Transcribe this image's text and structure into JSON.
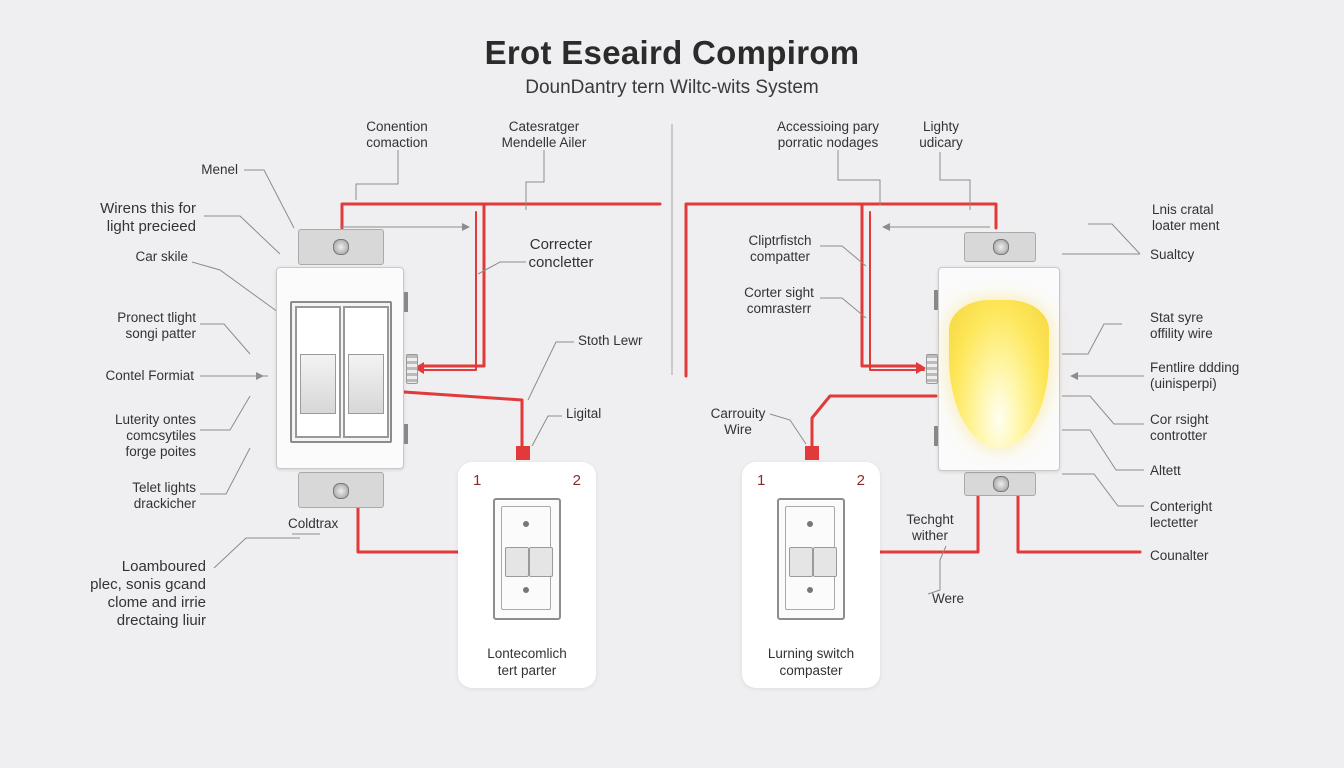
{
  "title": "Erot Eseaird Compirom",
  "subtitle": "DounDantry tern Wiltc-wits System",
  "colors": {
    "wire": "#e03a3a",
    "background": "#efeef0",
    "bulb": "#fde75a",
    "leader": "#888888"
  },
  "labels": {
    "top_conenction": "Conention\ncomaction",
    "top_catesratger": "Catesratger\nMendelle Ailer",
    "top_accessioing": "Accessioing pary\nporratic nodages",
    "top_lighty": "Lighty\nudicary",
    "left_menel": "Menel",
    "left_wirens": "Wirens this for\nlight precieed",
    "left_carskile": "Car skile",
    "left_pronect": "Pronect tlight\nsongi patter",
    "left_contel": "Contel Formiat",
    "left_luterity": "Luterity ontes\ncomcsytiles\nforge poites",
    "left_telet": "Telet lights\ndrackicher",
    "left_coldtrax": "Coldtrax",
    "left_loamboured": "Loamboured\nplec, sonis gcand\nclome and irrie\ndrectaing liuir",
    "mid_correcter": "Correcter\nconcletter",
    "mid_stoth": "Stoth Lewr",
    "mid_ligital": "Ligital",
    "mid_cliptrfistch": "Cliptrfistch\ncompatter",
    "mid_corter_sight": "Corter sight\ncomrasterr",
    "mid_carrouity": "Carrouity\nWire",
    "right_lnis": "Lnis cratal\nloater ment",
    "right_sualtcy": "Sualtcy",
    "right_statsyre": "Stat syre\noffility wire",
    "right_fentlire": "Fentlire ddding\n(uinisperpi)",
    "right_cor_rsight": "Cor rsight\ncontrotter",
    "right_altett": "Altett",
    "right_contrght": "Conteright\nlectetter",
    "right_counalter": "Counalter",
    "right_techght": "Techght\nwither",
    "right_were": "Were"
  },
  "cards": [
    {
      "num1": "1",
      "num2": "2",
      "caption": "Lontecomlich\ntert parter"
    },
    {
      "num1": "1",
      "num2": "2",
      "caption": "Lurning switch\ncompaster"
    }
  ]
}
